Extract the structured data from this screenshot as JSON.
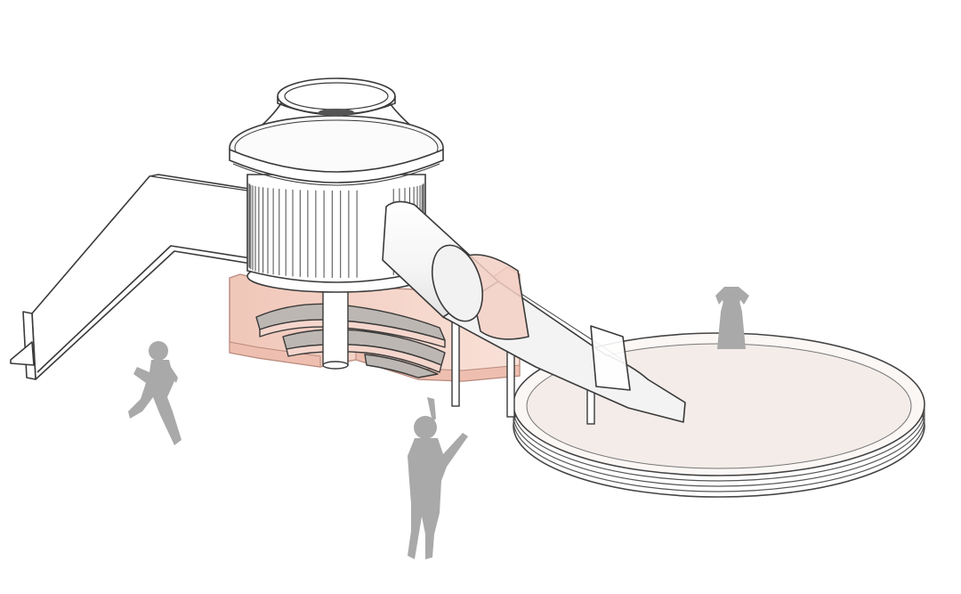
{
  "illustration": {
    "colors": {
      "background": "#ffffff",
      "line": "#3a3a3a",
      "structure_fill": "#ffffff",
      "accent_pink": "#f5d3c8",
      "accent_pink_dark": "#e6b2a2",
      "step_gray": "#b9b4b0",
      "pool_floor": "#f3ece8",
      "figure_gray": "#a9a9a9",
      "screen_line": "#4a4a4a"
    },
    "elements": [
      "tower-roof-ring",
      "tower-canopy",
      "tower-slatted-wall",
      "support-column",
      "pink-base-platform",
      "curved-steps",
      "straight-slide",
      "tube-slide",
      "splash-pool",
      "child-silhouette"
    ]
  }
}
